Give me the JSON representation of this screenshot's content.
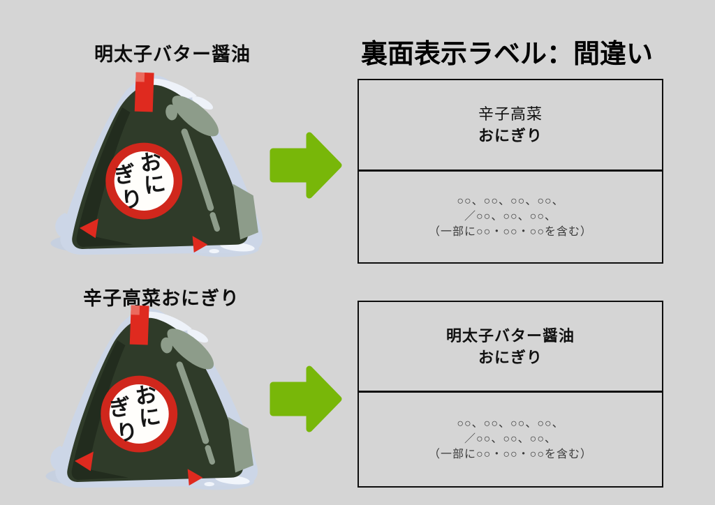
{
  "header": {
    "title": "裏面表示ラベル：間違い"
  },
  "colors": {
    "background": "#d5d5d5",
    "arrow_green": "#78b709",
    "nori_green": "#2f3b29",
    "nori_highlight": "#8d9c8a",
    "wrap_blue": "#ccd6e7",
    "label_red": "#df2a1f",
    "box_border": "#0e0e0e"
  },
  "onigiri_stamp": {
    "chars": [
      "お",
      "に",
      "ぎ",
      "り"
    ]
  },
  "items": [
    {
      "front_label": "明太子バター醤油",
      "back_label": {
        "product_line1": "辛子高菜",
        "product_line2": "おにぎり",
        "ingredients": [
          "○○、○○、○○、○○、",
          "／○○、○○、○○、",
          "（一部に○○・○○・○○を含む）"
        ]
      }
    },
    {
      "front_label": "辛子高菜おにぎり",
      "back_label": {
        "product_line1": "明太子バター醤油",
        "product_line2": "おにぎり",
        "ingredients": [
          "○○、○○、○○、○○、",
          "／○○、○○、○○、",
          "（一部に○○・○○・○○を含む）"
        ]
      }
    }
  ]
}
